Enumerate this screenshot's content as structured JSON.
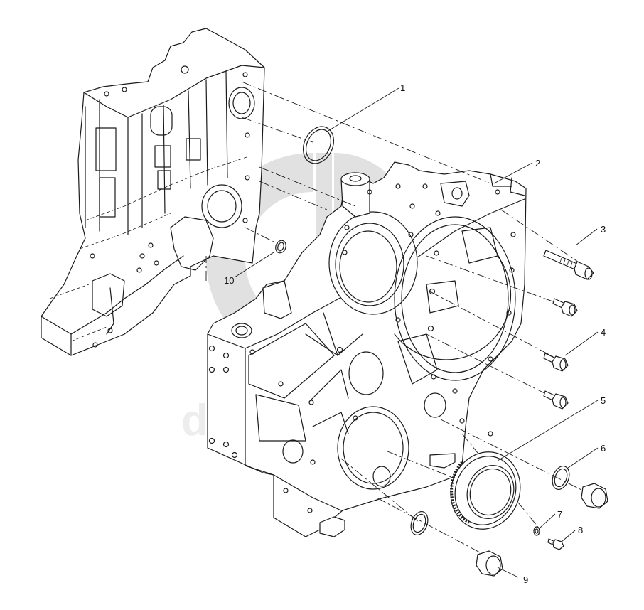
{
  "diagram": {
    "watermark": "data-parts",
    "line_color": "#1a1a1a",
    "watermark_color": "#bdbdbd",
    "callouts": [
      "1",
      "2",
      "3",
      "4",
      "5",
      "6",
      "7",
      "8",
      "9",
      "10"
    ]
  }
}
